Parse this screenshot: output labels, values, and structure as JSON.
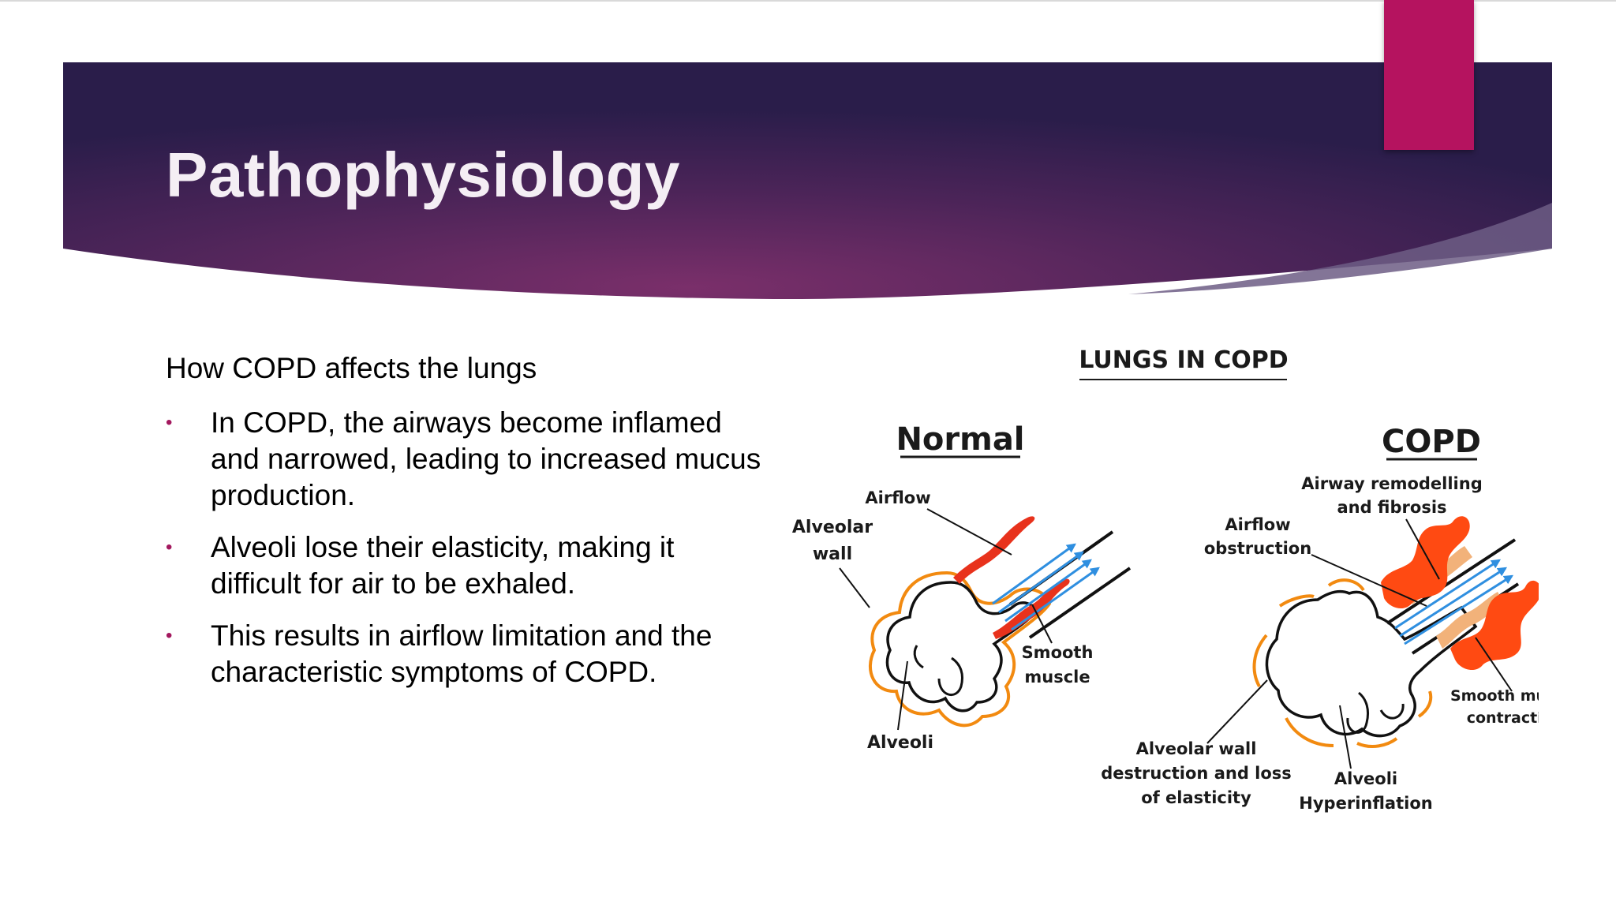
{
  "slide": {
    "title": "Pathophysiology",
    "subheading": "How COPD affects the lungs",
    "bullets": [
      "In COPD, the airways become inflamed and narrowed, leading to increased mucus production.",
      "Alveoli lose their elasticity, making it difficult for air to be exhaled.",
      "This results in airflow limitation and the characteristic symptoms of COPD."
    ]
  },
  "diagram": {
    "heading": "LUNGS IN COPD",
    "normal": {
      "title": "Normal",
      "labels": {
        "airflow": "Airflow",
        "alveolar_wall_1": "Alveolar",
        "alveolar_wall_2": "wall",
        "smooth_muscle_1": "Smooth",
        "smooth_muscle_2": "muscle",
        "alveoli": "Alveoli"
      }
    },
    "copd": {
      "title": "COPD",
      "labels": {
        "remodelling_1": "Airway remodelling",
        "remodelling_2": "and fibrosis",
        "obstruction_1": "Airflow",
        "obstruction_2": "obstruction",
        "contraction_1": "Smooth muscle",
        "contraction_2": "contraction",
        "wall_destruction_1": "Alveolar wall",
        "wall_destruction_2": "destruction and loss",
        "wall_destruction_3": "of elasticity",
        "hyper_1": "Alveoli",
        "hyper_2": "Hyperinflation"
      }
    }
  },
  "colors": {
    "accent": "#b5135f",
    "bullet": "#a3185e",
    "banner_center": "#6b2b63",
    "banner_edge": "#2a1d4a",
    "airflow": "#2f8fe0",
    "wall": "#f28a10",
    "muscle": "#e8321c"
  }
}
